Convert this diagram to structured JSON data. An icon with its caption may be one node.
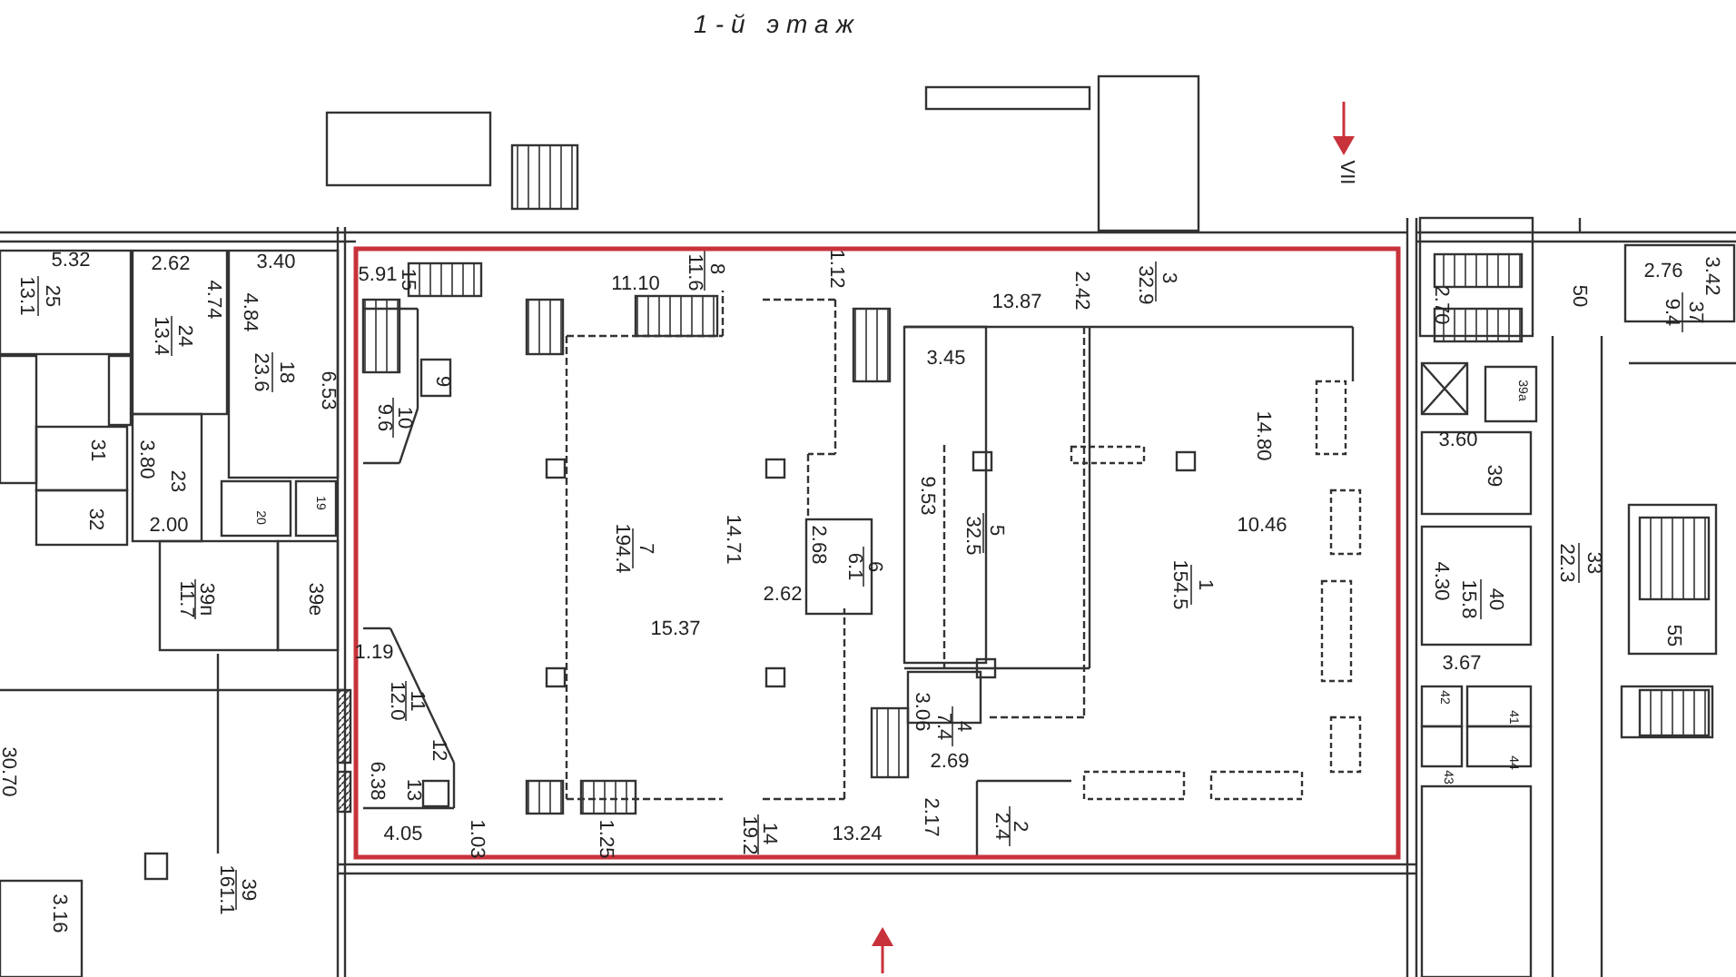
{
  "diagram": {
    "title": "1-й этаж",
    "labels": [
      "VII",
      "5.32",
      "2.62",
      "3.40",
      "2.76",
      "3.42",
      "5.91",
      "15",
      "8",
      "11.6",
      "11.10",
      "1.12",
      "2.42",
      "3",
      "32.9",
      "13.87",
      "2.70",
      "50",
      "37",
      "9.4",
      "25",
      "13.1",
      "4.74",
      "4.84",
      "24",
      "13.4",
      "18",
      "23.6",
      "3.45",
      "9",
      "6.53",
      "39а",
      "10",
      "9.6",
      "14.80",
      "3.60",
      "31",
      "3.80",
      "39",
      "23",
      "9.53",
      "19",
      "20",
      "32",
      "2.00",
      "10.46",
      "5",
      "32.5",
      "14.71",
      "2.68",
      "7",
      "194.4",
      "33",
      "22.3",
      "6",
      "6.1",
      "4.30",
      "1",
      "154.5",
      "2.62",
      "40",
      "15.8",
      "39п",
      "11.7",
      "39е",
      "15.37",
      "55",
      "1.19",
      "3.67",
      "42",
      "11",
      "12.0",
      "3.06",
      "41",
      "4",
      "7.4",
      "12",
      "2.69",
      "44",
      "30.70",
      "43",
      "6.38",
      "13",
      "2.17",
      "2",
      "2.4",
      "14",
      "19.2",
      "4.05",
      "13.24",
      "1.03",
      "1.25",
      "39",
      "161.1",
      "3.16"
    ]
  }
}
